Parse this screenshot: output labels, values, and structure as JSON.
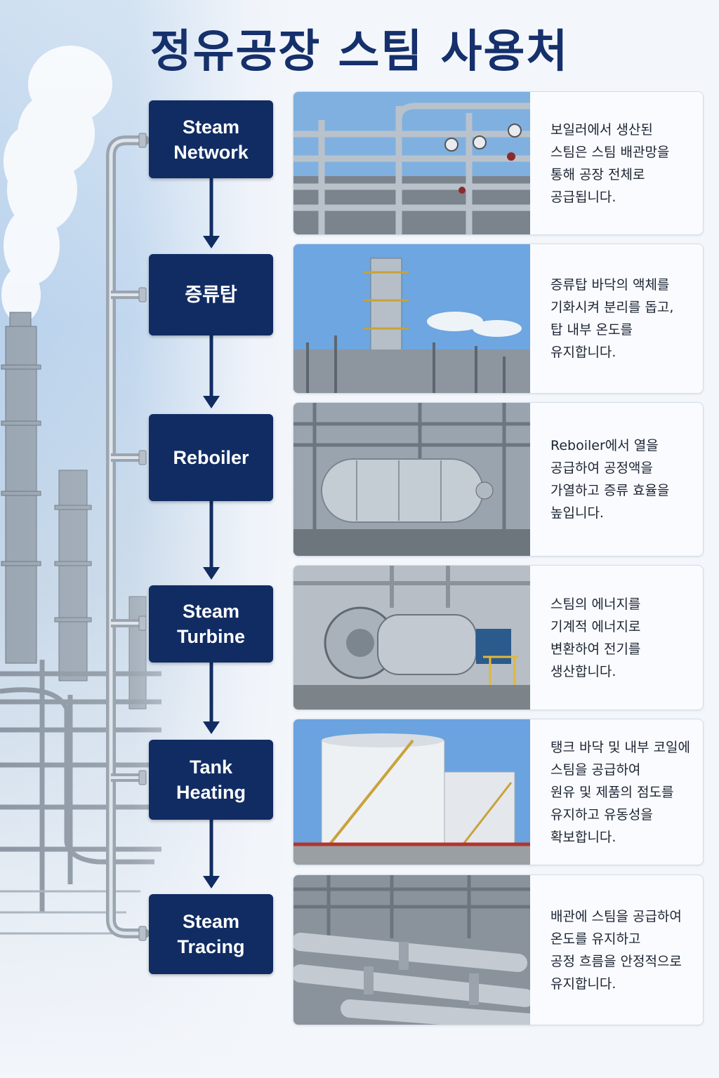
{
  "title": "정유공장 스팀 사용처",
  "colors": {
    "accent": "#102c63",
    "title": "#15306b",
    "pipe": "#b8c2cc",
    "card_bg": "#f9fbfe"
  },
  "steps": [
    {
      "label": "Steam\nNetwork",
      "photo": "steam-pipe-network",
      "description": "보일러에서 생산된\n스팀은 스팀 배관망을\n통해 공장 전체로\n공급됩니다."
    },
    {
      "label": "증류탑",
      "photo": "distillation-column",
      "description": "증류탑 바닥의 액체를\n기화시켜 분리를 돕고,\n탑 내부 온도를\n유지합니다."
    },
    {
      "label": "Reboiler",
      "photo": "reboiler-vessel",
      "description": "Reboiler에서 열을\n공급하여 공정액을\n가열하고 증류 효율을\n높입니다."
    },
    {
      "label": "Steam\nTurbine",
      "photo": "steam-turbine",
      "description": "스팀의 에너지를\n기계적 에너지로\n변환하여 전기를\n생산합니다."
    },
    {
      "label": "Tank\nHeating",
      "photo": "storage-tanks",
      "description": "탱크 바닥 및 내부 코일에\n스팀을 공급하여\n원유 및 제품의 점도를\n유지하고 유동성을\n확보합니다."
    },
    {
      "label": "Steam\nTracing",
      "photo": "traced-pipelines",
      "description": "배관에 스팀을 공급하여\n온도를 유지하고\n공정 흐름을 안정적으로\n유지합니다."
    }
  ]
}
